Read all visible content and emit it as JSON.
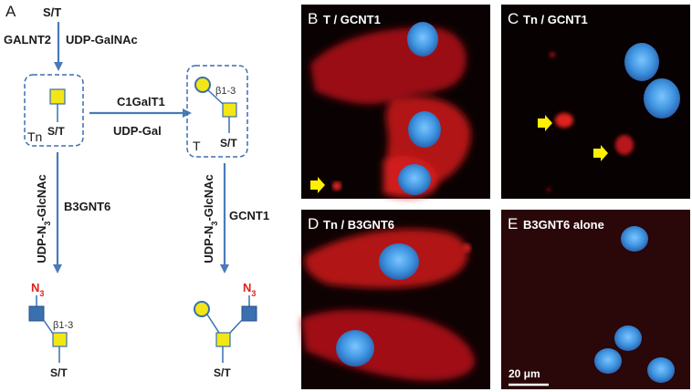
{
  "diagram": {
    "panel_letter": "A",
    "start_residue": "S/T",
    "enzyme_galnt2": "GALNT2",
    "donor_galnac": "UDP-GalNAc",
    "tn_label": "Tn",
    "tn_residue": "S/T",
    "enzyme_c1galt1": "C1GalT1",
    "donor_gal": "UDP-Gal",
    "linkage_t": "β1-3",
    "t_label": "T",
    "t_residue": "S/T",
    "donor_azido_left": "UDP-N3-GlcNAc",
    "enzyme_b3gnt6": "B3GNT6",
    "donor_azido_right": "UDP-N3-GlcNAc",
    "enzyme_gcnt1": "GCNT1",
    "azide_label": "N3",
    "linkage_core3": "β1-3",
    "core3_residue": "S/T",
    "azide_label_right": "N3",
    "core2_residue": "S/T"
  },
  "micrographs": [
    {
      "letter": "B",
      "title": "T / GCNT1"
    },
    {
      "letter": "C",
      "title": "Tn / GCNT1"
    },
    {
      "letter": "D",
      "title": "Tn / B3GNT6"
    },
    {
      "letter": "E",
      "title": "B3GNT6 alone"
    }
  ],
  "scale_bar": {
    "label": "20 μm"
  },
  "colors": {
    "galnac_square": "#f2e616",
    "glcnac_square": "#3a6fb0",
    "gal_circle": "#f2e616",
    "arrow": "#4a7ab8",
    "azide": "#e0201b",
    "nucleus": "#4aa3e8",
    "stain": "#d8181a"
  }
}
